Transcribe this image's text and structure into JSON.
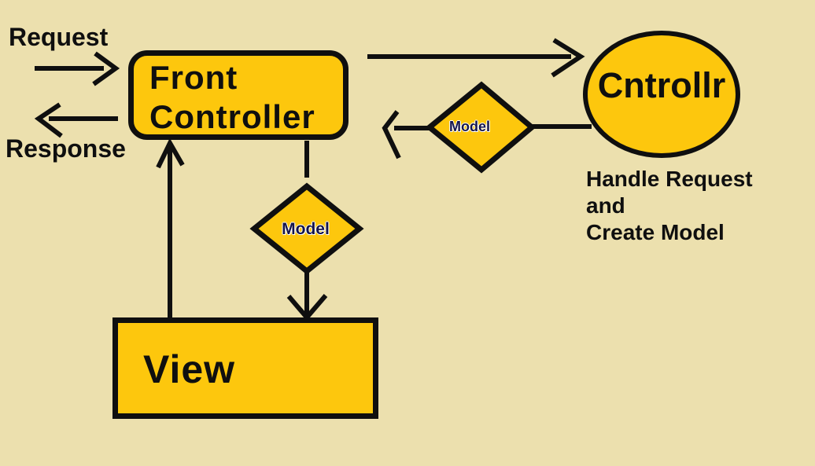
{
  "colors": {
    "background": "#ece0ae",
    "node_fill": "#fdc70d",
    "line": "#0f0f0f",
    "model_label_text": "#15154a"
  },
  "labels": {
    "request": "Request",
    "response": "Response",
    "front_controller": "Front\nController",
    "controller": "Cntrollr",
    "controller_note": "Handle Request\nand\nCreate Model",
    "model_right": "Model",
    "model_center": "Model",
    "view": "View"
  },
  "diagram": {
    "type": "flowchart",
    "nodes": [
      {
        "id": "front-controller",
        "shape": "rounded-rectangle",
        "label": "Front Controller"
      },
      {
        "id": "controller",
        "shape": "ellipse",
        "label": "Cntrollr",
        "note": "Handle Request and Create Model"
      },
      {
        "id": "model-right",
        "shape": "diamond",
        "label": "Model"
      },
      {
        "id": "model-center",
        "shape": "diamond",
        "label": "Model"
      },
      {
        "id": "view",
        "shape": "rectangle",
        "label": "View"
      }
    ],
    "edges": [
      {
        "label": "Request",
        "to": "front-controller",
        "arrow": "right"
      },
      {
        "label": "Response",
        "from": "front-controller",
        "arrow": "left"
      },
      {
        "from": "front-controller",
        "to": "controller",
        "arrow": "right"
      },
      {
        "from": "controller",
        "to": "model-right",
        "arrow": "none"
      },
      {
        "from": "model-right",
        "to": "response-side",
        "arrow": "left"
      },
      {
        "from": "front-controller",
        "to": "model-center",
        "arrow": "none"
      },
      {
        "from": "model-center",
        "to": "view",
        "arrow": "down"
      },
      {
        "from": "view",
        "to": "front-controller",
        "arrow": "up"
      }
    ]
  }
}
